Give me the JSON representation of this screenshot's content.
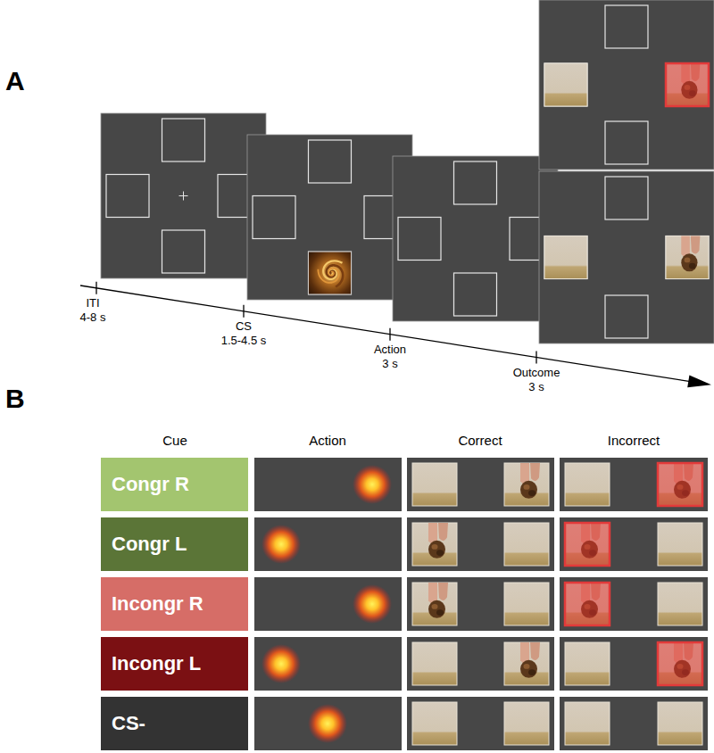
{
  "diagram": {
    "nodes": [
      {
        "text": [
          "Congr R"
        ]
      },
      {
        "text": [
          "Congr L"
        ]
      },
      {
        "text": [
          "Incongr R"
        ]
      },
      {
        "text": [
          "Incongr L"
        ]
      },
      {
        "text": [
          "CS-"
        ]
      }
    ],
    "labels": [
      "A",
      "ITI",
      "4-8 s",
      "CS",
      "1.5-4.5 s",
      "Action",
      "3 s",
      "Outcome",
      "3 s",
      "B",
      "Cue",
      "Action",
      "Correct",
      "Incorrect"
    ]
  }
}
